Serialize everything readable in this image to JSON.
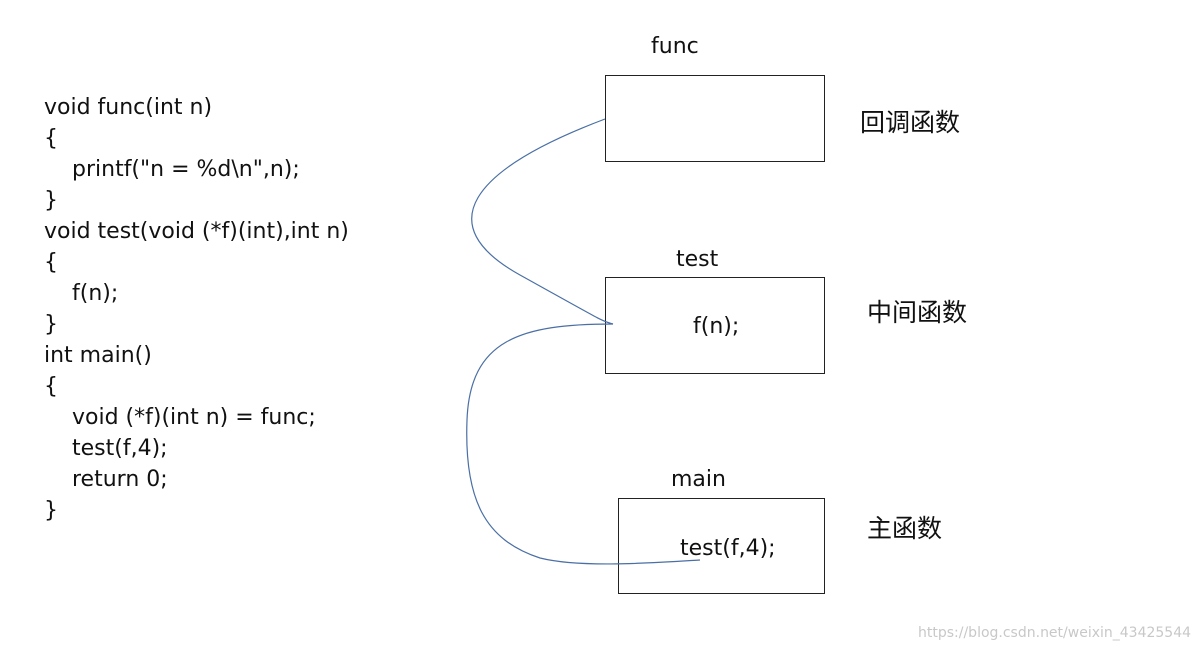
{
  "code": {
    "lines": [
      "void func(int n)",
      "{",
      "printf(\"n = %d\\n\",n);",
      "}",
      "void test(void (*f)(int),int n)",
      "{",
      "f(n);",
      "}",
      "int main()",
      "{",
      "void (*f)(int n) = func;",
      "test(f,4);",
      "return 0;",
      "}"
    ]
  },
  "boxes": {
    "func": {
      "label": "func",
      "content": "",
      "role": "回调函数"
    },
    "test": {
      "label": "test",
      "content": "f(n);",
      "role": "中间函数"
    },
    "main": {
      "label": "main",
      "content": "test(f,4);",
      "role": "主函数"
    }
  },
  "colors": {
    "connector": "#4a6fa5"
  },
  "watermark": "https://blog.csdn.net/weixin_43425544"
}
